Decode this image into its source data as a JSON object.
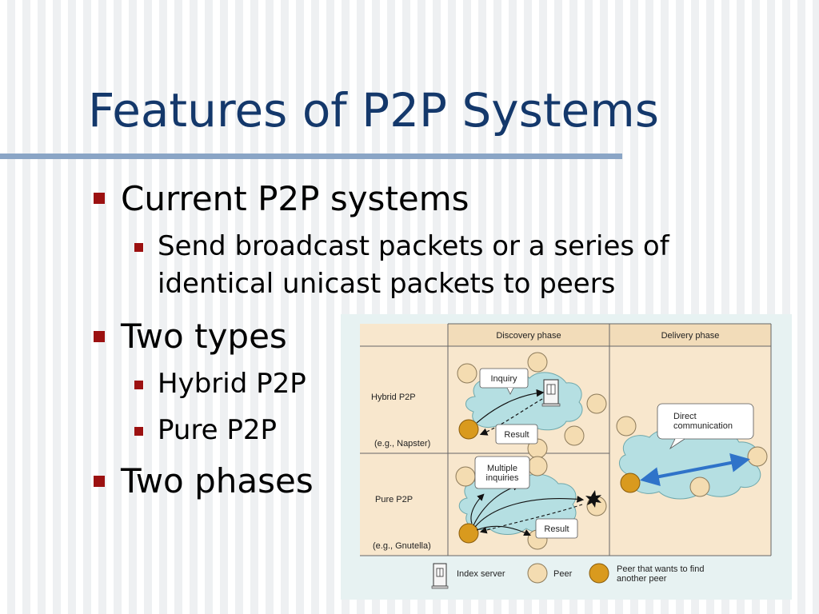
{
  "slide": {
    "title": "Features of P2P Systems",
    "bullets": [
      {
        "text": "Current P2P systems",
        "sub": [
          {
            "line1": "Send broadcast packets or a series of",
            "line2": "identical unicast packets to peers"
          }
        ]
      },
      {
        "text": "Two types",
        "sub": [
          {
            "text": "Hybrid P2P"
          },
          {
            "text": "Pure P2P"
          }
        ]
      },
      {
        "text": "Two phases"
      }
    ]
  },
  "figure": {
    "headers": {
      "discovery": "Discovery phase",
      "delivery": "Delivery phase"
    },
    "rows": [
      {
        "label": "Hybrid P2P",
        "example": "(e.g., Napster)"
      },
      {
        "label": "Pure P2P",
        "example": "(e.g., Gnutella)"
      }
    ],
    "callouts": {
      "inquiry": "Inquiry",
      "result_hybrid": "Result",
      "multiple_1": "Multiple",
      "multiple_2": "inquiries",
      "result_pure": "Result",
      "direct_1": "Direct",
      "direct_2": "communication"
    },
    "legend": {
      "index_server": "Index server",
      "peer": "Peer",
      "seeker_1": "Peer that wants to find",
      "seeker_2": "another peer"
    },
    "colors": {
      "table_bg": "#f8e7cd",
      "cloud": "#b5dfe2",
      "peer": "#f4dcb1",
      "seeker": "#d99a1e",
      "arrow": "#2f73c9"
    }
  }
}
